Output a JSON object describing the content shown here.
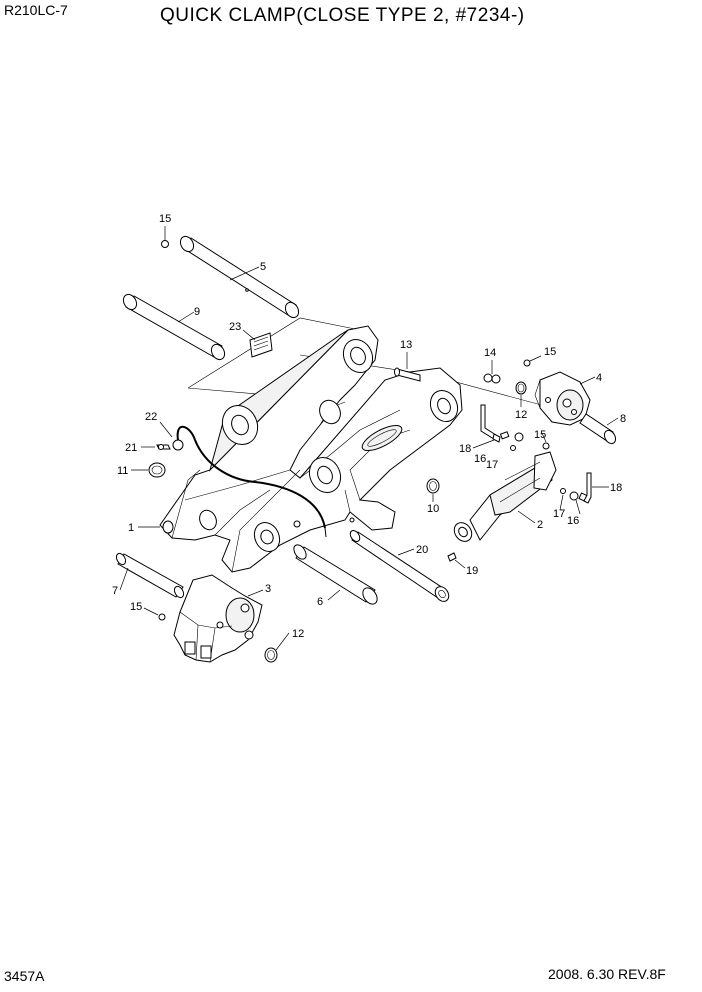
{
  "header": {
    "model": "R210LC-7",
    "title": "QUICK CLAMP(CLOSE TYPE 2, #7234-)"
  },
  "footer": {
    "page_code": "3457A",
    "revision": "2008. 6.30  REV.8F"
  },
  "callouts": {
    "c1": "1",
    "c2": "2",
    "c3": "3",
    "c4": "4",
    "c5": "5",
    "c6": "6",
    "c7": "7",
    "c8": "8",
    "c9": "9",
    "c10": "10",
    "c11": "11",
    "c12a": "12",
    "c12b": "12",
    "c13": "13",
    "c14": "14",
    "c15a": "15",
    "c15b": "15",
    "c15c": "15",
    "c15d": "15",
    "c16a": "16",
    "c16b": "16",
    "c17a": "17",
    "c17b": "17",
    "c18a": "18",
    "c18b": "18",
    "c19": "19",
    "c20": "20",
    "c21": "21",
    "c22": "22",
    "c23": "23"
  }
}
